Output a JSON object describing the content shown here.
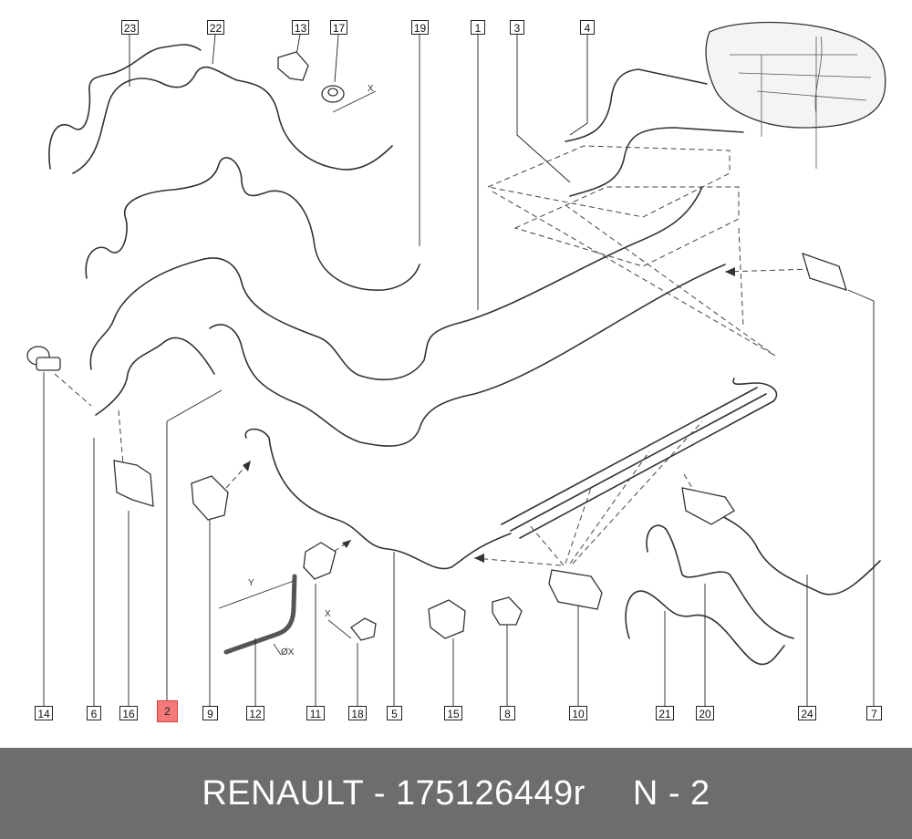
{
  "diagram": {
    "callouts": [
      {
        "id": "c23",
        "label": "23"
      },
      {
        "id": "c22",
        "label": "22"
      },
      {
        "id": "c13",
        "label": "13"
      },
      {
        "id": "c17",
        "label": "17"
      },
      {
        "id": "c19",
        "label": "19"
      },
      {
        "id": "c1",
        "label": "1"
      },
      {
        "id": "c3",
        "label": "3"
      },
      {
        "id": "c4",
        "label": "4"
      },
      {
        "id": "c14",
        "label": "14"
      },
      {
        "id": "c6",
        "label": "6"
      },
      {
        "id": "c16",
        "label": "16"
      },
      {
        "id": "c2",
        "label": "2",
        "highlighted": true
      },
      {
        "id": "c9",
        "label": "9"
      },
      {
        "id": "c12",
        "label": "12"
      },
      {
        "id": "c11",
        "label": "11"
      },
      {
        "id": "c18",
        "label": "18"
      },
      {
        "id": "c5",
        "label": "5"
      },
      {
        "id": "c15",
        "label": "15"
      },
      {
        "id": "c8",
        "label": "8"
      },
      {
        "id": "c10",
        "label": "10"
      },
      {
        "id": "c21",
        "label": "21"
      },
      {
        "id": "c20",
        "label": "20"
      },
      {
        "id": "c24",
        "label": "24"
      },
      {
        "id": "c7",
        "label": "7"
      }
    ],
    "dimension_labels": {
      "x1": "X",
      "y": "Y",
      "ox": "ØX",
      "x2": "X"
    },
    "colors": {
      "line": "#333333",
      "highlight": "#f47a7a",
      "footer_bg": "#6d6d6d"
    }
  },
  "footer": {
    "brand_part": "RENAULT - 175126449r",
    "page_ref": "N - 2"
  }
}
